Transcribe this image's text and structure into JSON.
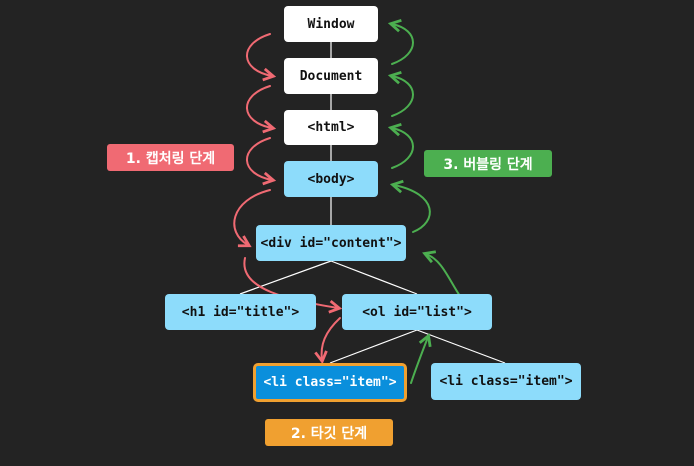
{
  "nodes": {
    "window": "Window",
    "document": "Document",
    "html": "<html>",
    "body": "<body>",
    "div": "<div id=\"content\">",
    "h1": "<h1 id=\"title\">",
    "ol": "<ol id=\"list\">",
    "li_target": "<li class=\"item\">",
    "li_other": "<li class=\"item\">"
  },
  "phases": {
    "capturing": "1. 캡처링 단계",
    "target": "2. 타깃 단계",
    "bubbling": "3. 버블링 단계"
  },
  "colors": {
    "background": "#232323",
    "node_white": "#ffffff",
    "node_blue": "#8ddcfb",
    "target_fill": "#0a8fdc",
    "target_border": "#f0a030",
    "capturing": "#f06a73",
    "bubbling": "#4caf50",
    "target_badge": "#f0a030",
    "connector": "#ffffff"
  }
}
